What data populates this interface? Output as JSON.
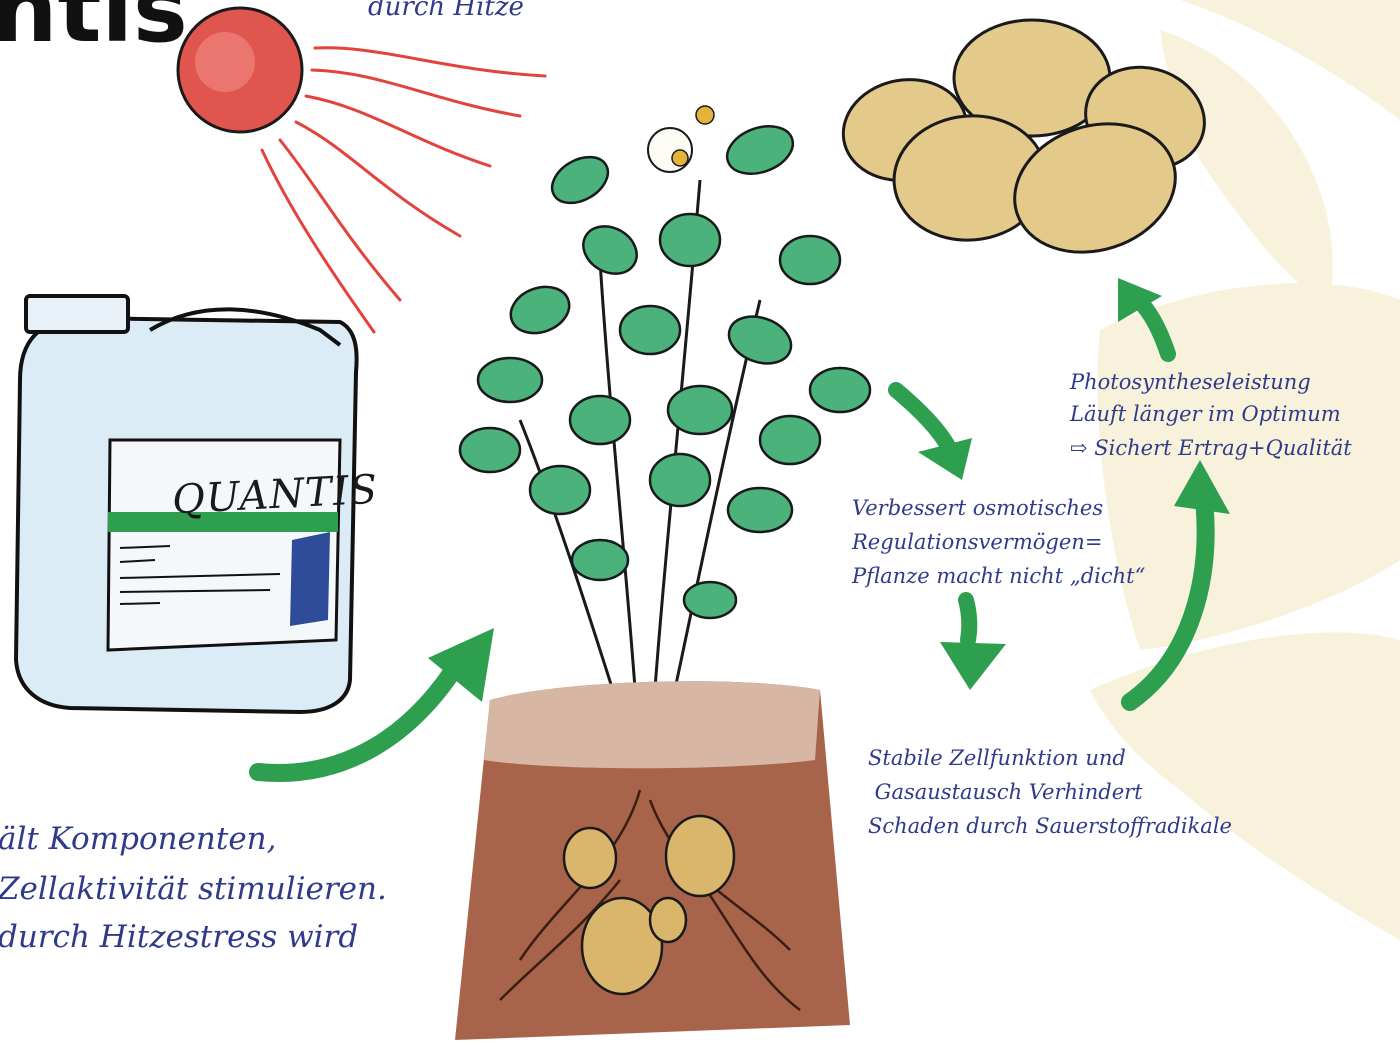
{
  "brand": {
    "wordmark_partial": "ntis"
  },
  "sun": {
    "caption_partial": "durch Hitze"
  },
  "canister": {
    "label": "QUANTIS"
  },
  "left_text": {
    "line1": "ält Komponenten,",
    "line2": "Zellaktivität stimulieren.",
    "line3": "durch Hitzestress wird"
  },
  "flow": {
    "step_osmotic": {
      "line1": "Verbessert osmotisches",
      "line2": "Regulationsvermögen=",
      "line3": "Pflanze macht nicht „dicht“"
    },
    "step_cell": {
      "line1": "Stabile Zellfunktion und",
      "line2": " Gasaustausch Verhindert",
      "line3": "Schaden durch Sauerstoffradikale"
    },
    "step_photosynthesis": {
      "line1": "Photosyntheseleistung",
      "line2": "Läuft länger im Optimum",
      "line3": "⇨ Sichert Ertrag+Qualität"
    }
  },
  "colors": {
    "text_blue": "#2f3a8a",
    "arrow_green": "#2e9e4f",
    "sun_red": "#e0564f",
    "ray_red": "#e2433c",
    "soil_brown": "#a8644a",
    "leaf_green": "#4ab27a",
    "potato_tan": "#d9b66b",
    "deco_cream": "#f8f2dc"
  }
}
